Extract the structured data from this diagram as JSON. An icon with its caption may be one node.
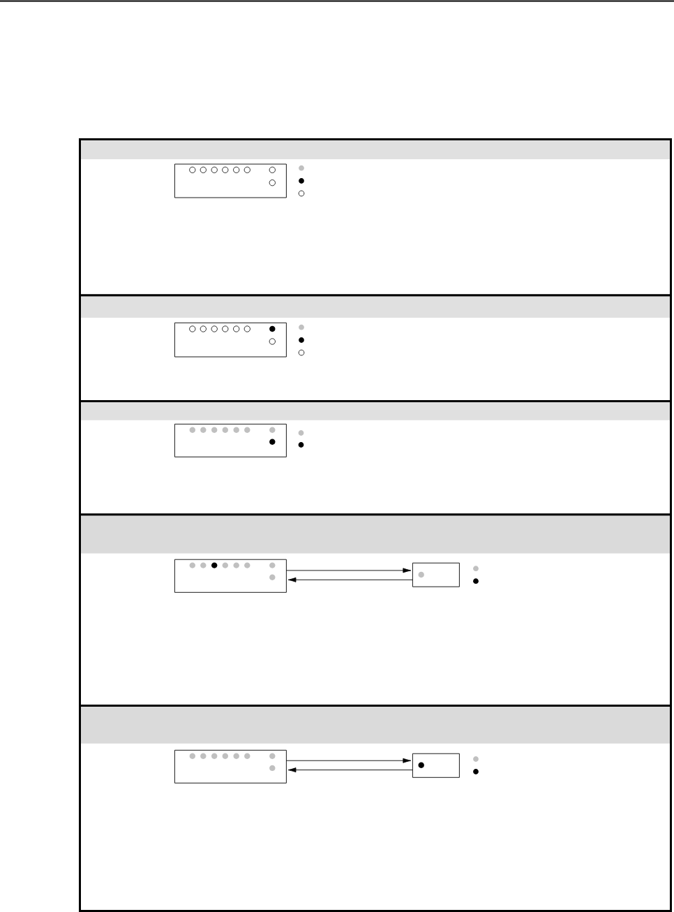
{
  "diagram": {
    "nodes": [
      {
        "text": [],
        "shape": "box"
      },
      {
        "text": [],
        "shape": "box",
        "in": 0
      },
      {
        "text": [],
        "shape": "box"
      },
      {
        "text": [],
        "shape": "box",
        "in": 2
      },
      {
        "text": [],
        "shape": "box"
      },
      {
        "text": [],
        "shape": "box",
        "in": 4
      },
      {
        "text": [],
        "shape": "box"
      },
      {
        "text": [],
        "shape": "box",
        "in": 6
      },
      {
        "text": [],
        "shape": "box",
        "in": 6
      },
      {
        "text": [],
        "shape": "box"
      },
      {
        "text": [],
        "shape": "box",
        "in": 9
      },
      {
        "text": [],
        "shape": "box",
        "in": 9
      }
    ],
    "edges": [
      {
        "from": 7,
        "to": 8,
        "arrow": "to"
      },
      {
        "from": 8,
        "to": 7,
        "arrow": "to"
      },
      {
        "from": 10,
        "to": 11,
        "arrow": "to"
      },
      {
        "from": 11,
        "to": 10,
        "arrow": "to"
      }
    ]
  }
}
